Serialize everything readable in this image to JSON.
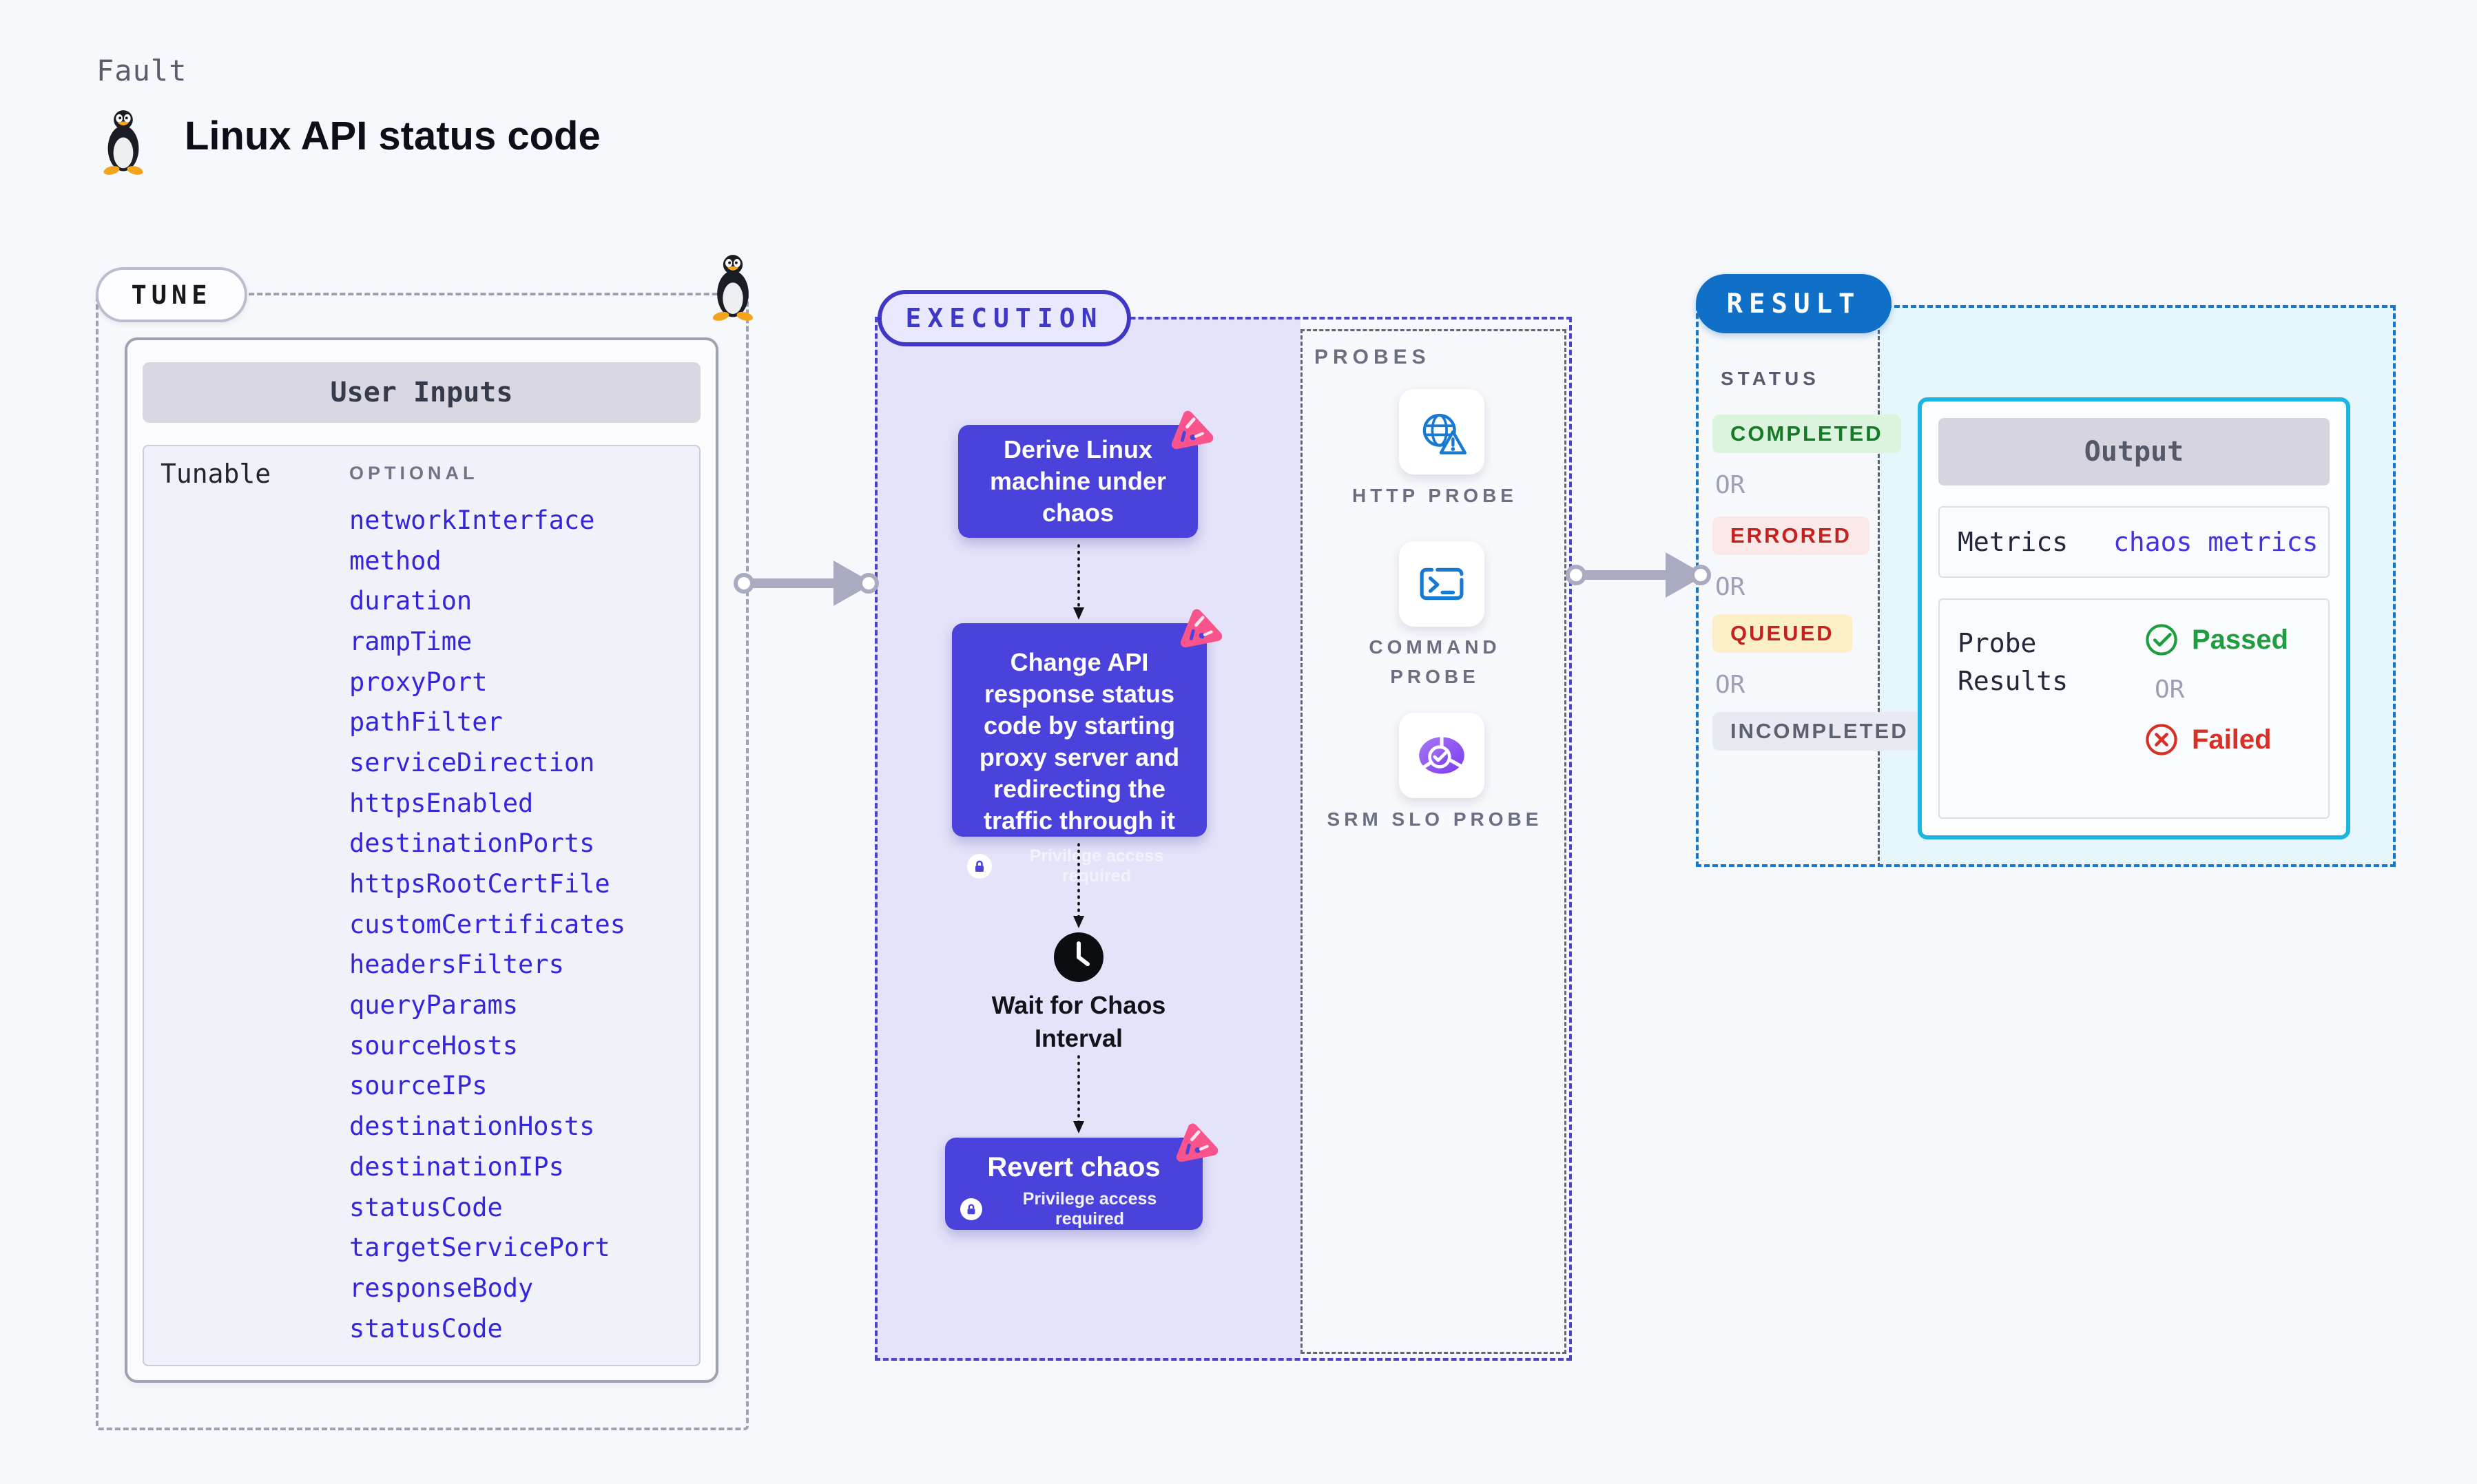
{
  "header": {
    "eyebrow": "Fault",
    "title": "Linux API status code"
  },
  "tune": {
    "pill": "TUNE",
    "card_header": "User Inputs",
    "row_label": "Tunable",
    "optional_label": "OPTIONAL",
    "params": [
      "networkInterface",
      "method",
      "duration",
      "rampTime",
      "proxyPort",
      "pathFilter",
      "serviceDirection",
      "httpsEnabled",
      "destinationPorts",
      "httpsRootCertFile",
      "customCertificates",
      "headersFilters",
      "queryParams",
      "sourceHosts",
      "sourceIPs",
      "destinationHosts",
      "destinationIPs",
      "statusCode",
      "targetServicePort",
      "responseBody",
      "statusCode"
    ]
  },
  "execution": {
    "pill": "EXECUTION",
    "privilege_note": "Privilege access required",
    "steps": [
      {
        "label": "Derive Linux machine under chaos"
      },
      {
        "label": "Change API response status code by starting proxy server and redirecting the traffic through it"
      },
      {
        "label": "Wait for Chaos Interval"
      },
      {
        "label": "Revert chaos"
      }
    ]
  },
  "probes": {
    "label": "PROBES",
    "items": [
      {
        "label": "HTTP PROBE",
        "icon": "http-probe-icon"
      },
      {
        "label": "COMMAND PROBE",
        "icon": "command-probe-icon"
      },
      {
        "label": "SRM SLO PROBE",
        "icon": "srm-slo-probe-icon"
      }
    ]
  },
  "result": {
    "pill": "RESULT",
    "status_label": "STATUS",
    "or_label": "OR",
    "statuses": [
      {
        "label": "COMPLETED",
        "bg": "#DCF3DE",
        "color": "#157A28"
      },
      {
        "label": "ERRORED",
        "bg": "#FBE9E7",
        "color": "#C5221F"
      },
      {
        "label": "QUEUED",
        "bg": "#FBEFC8",
        "color": "#C5221F"
      },
      {
        "label": "INCOMPLETED",
        "bg": "#E9EAF1",
        "color": "#5C6170"
      }
    ],
    "output": {
      "header": "Output",
      "metrics_label": "Metrics",
      "metrics_value": "chaos metrics",
      "probe_results_label": "Probe Results",
      "passed_label": "Passed",
      "or_label": "OR",
      "failed_label": "Failed",
      "passed_color": "#1E9E3E",
      "failed_color": "#D93025"
    }
  },
  "theme": {
    "step_indigo": "#4B42DB",
    "execution_fill": "#E5E3F9",
    "result_blue": "#1070C8",
    "output_border_cyan": "#1CB6E2",
    "param_blue": "#3526DE",
    "badge_pink": "#F9548C"
  }
}
